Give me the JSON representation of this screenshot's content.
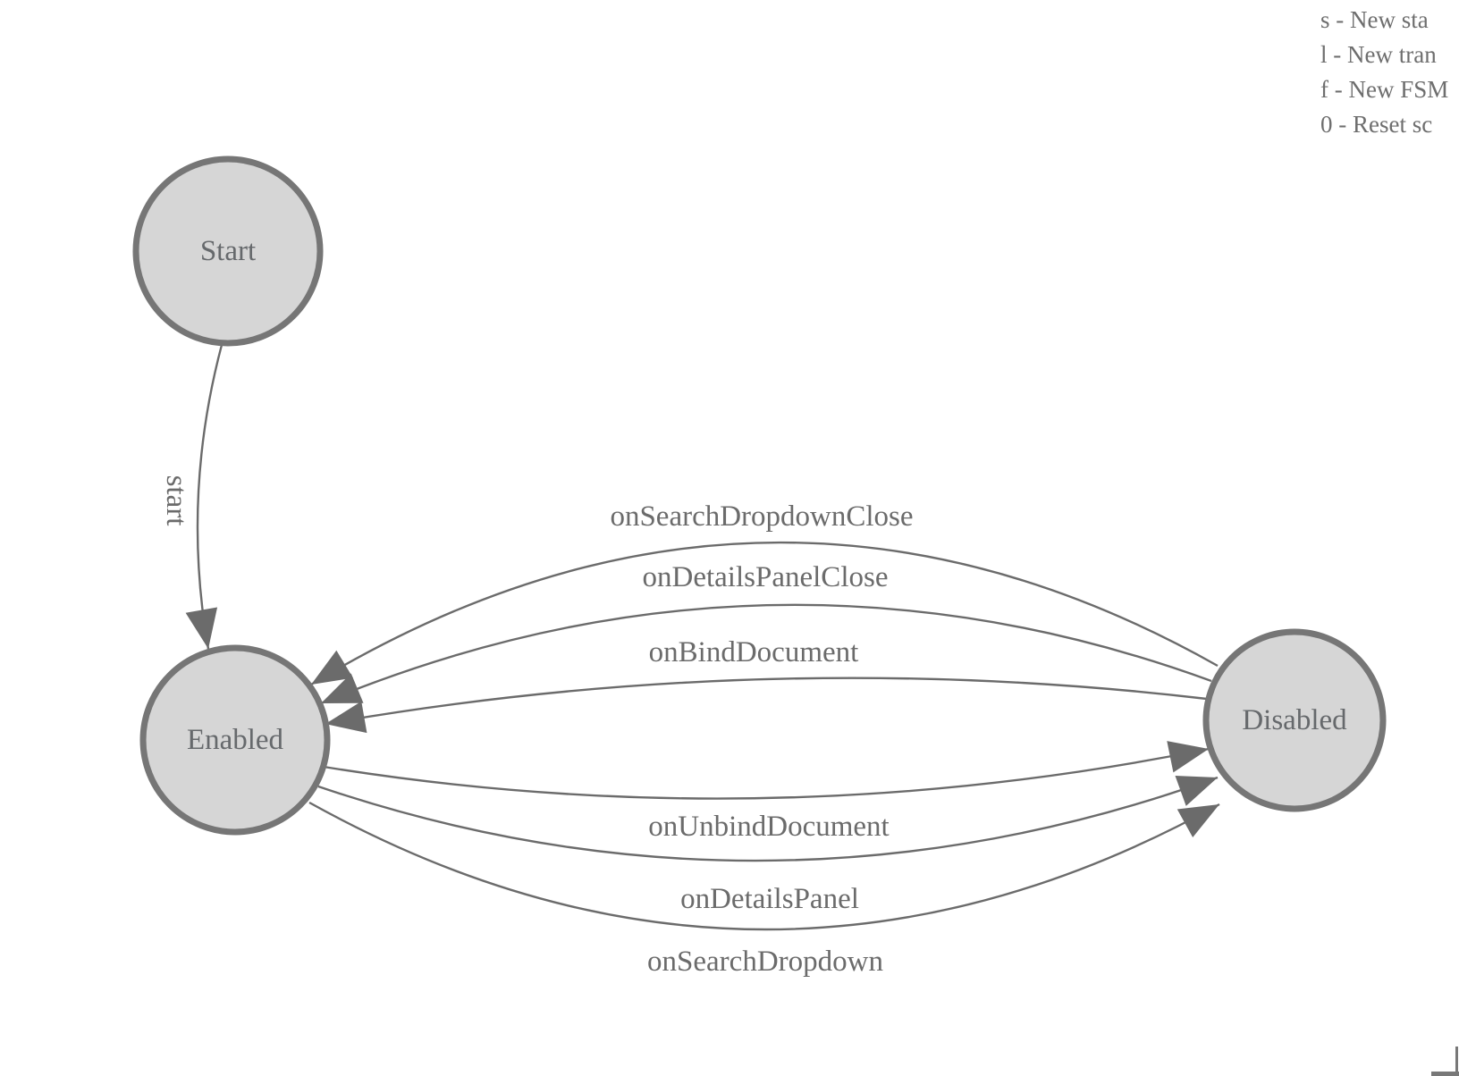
{
  "legend": {
    "items": [
      {
        "text": "s - New sta"
      },
      {
        "text": "l - New tran"
      },
      {
        "text": "f - New FSM"
      },
      {
        "text": "0 - Reset sc"
      }
    ]
  },
  "diagram": {
    "nodes": [
      {
        "id": "start",
        "label": "Start"
      },
      {
        "id": "enabled",
        "label": "Enabled"
      },
      {
        "id": "disabled",
        "label": "Disabled"
      }
    ],
    "edges": [
      {
        "from": "start",
        "to": "enabled",
        "label": "start"
      },
      {
        "from": "disabled",
        "to": "enabled",
        "label": "onSearchDropdownClose"
      },
      {
        "from": "disabled",
        "to": "enabled",
        "label": "onDetailsPanelClose"
      },
      {
        "from": "disabled",
        "to": "enabled",
        "label": "onBindDocument"
      },
      {
        "from": "enabled",
        "to": "disabled",
        "label": "onUnbindDocument"
      },
      {
        "from": "enabled",
        "to": "disabled",
        "label": "onDetailsPanel"
      },
      {
        "from": "enabled",
        "to": "disabled",
        "label": "onSearchDropdown"
      }
    ]
  },
  "colors": {
    "node_fill": "#d6d6d6",
    "node_stroke": "#767676",
    "edge_stroke": "#6b6b6b",
    "arrow_fill": "#6b6b6b",
    "label_text": "#6b6b6b",
    "node_text": "#66696c",
    "legend_text": "#6e6e6e"
  }
}
